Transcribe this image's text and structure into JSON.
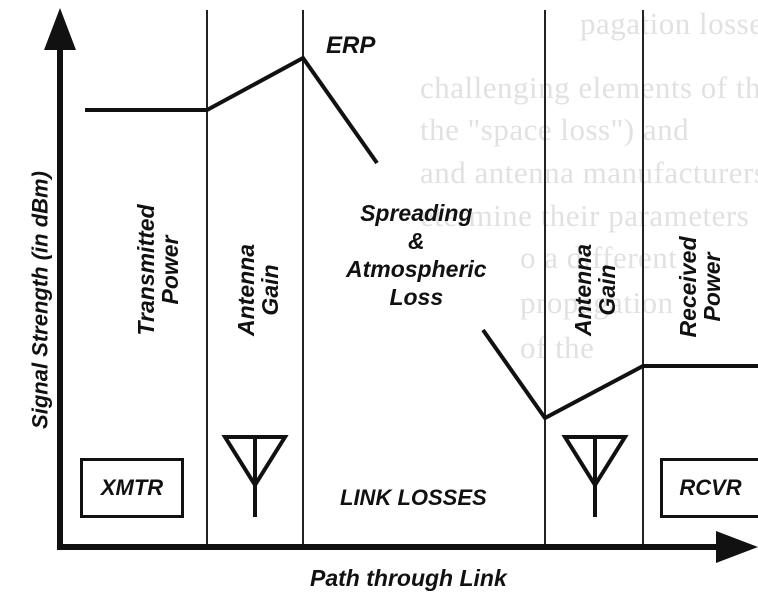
{
  "background_text": [
    "pagation losses",
    "challenging elements of the above equation",
    "the \"space loss\") and",
    "and antenna manufacturers",
    "etermine their parameters",
    "o a different",
    "propagation",
    "of the"
  ],
  "labels": {
    "y_axis": "Signal Strength (in dBm)",
    "x_axis": "Path through Link",
    "erp": "ERP",
    "spreading": [
      "Spreading",
      "&",
      "Atmospheric",
      "Loss"
    ],
    "link_losses": "LINK LOSSES"
  },
  "regions": [
    {
      "lines": [
        "Transmitted",
        "Power"
      ]
    },
    {
      "lines": [
        "Antenna",
        "Gain"
      ]
    },
    {
      "lines": [
        "Antenna",
        "Gain"
      ]
    },
    {
      "lines": [
        "Received",
        "Power"
      ]
    }
  ],
  "boxes": {
    "xmtr": "XMTR",
    "rcvr": "RCVR"
  },
  "icons": [
    "antenna-icon",
    "arrow-up-icon",
    "arrow-right-icon"
  ],
  "colors": {
    "ink": "#111111",
    "background": "#ffffff",
    "faded_text": "#c9c9c9"
  }
}
